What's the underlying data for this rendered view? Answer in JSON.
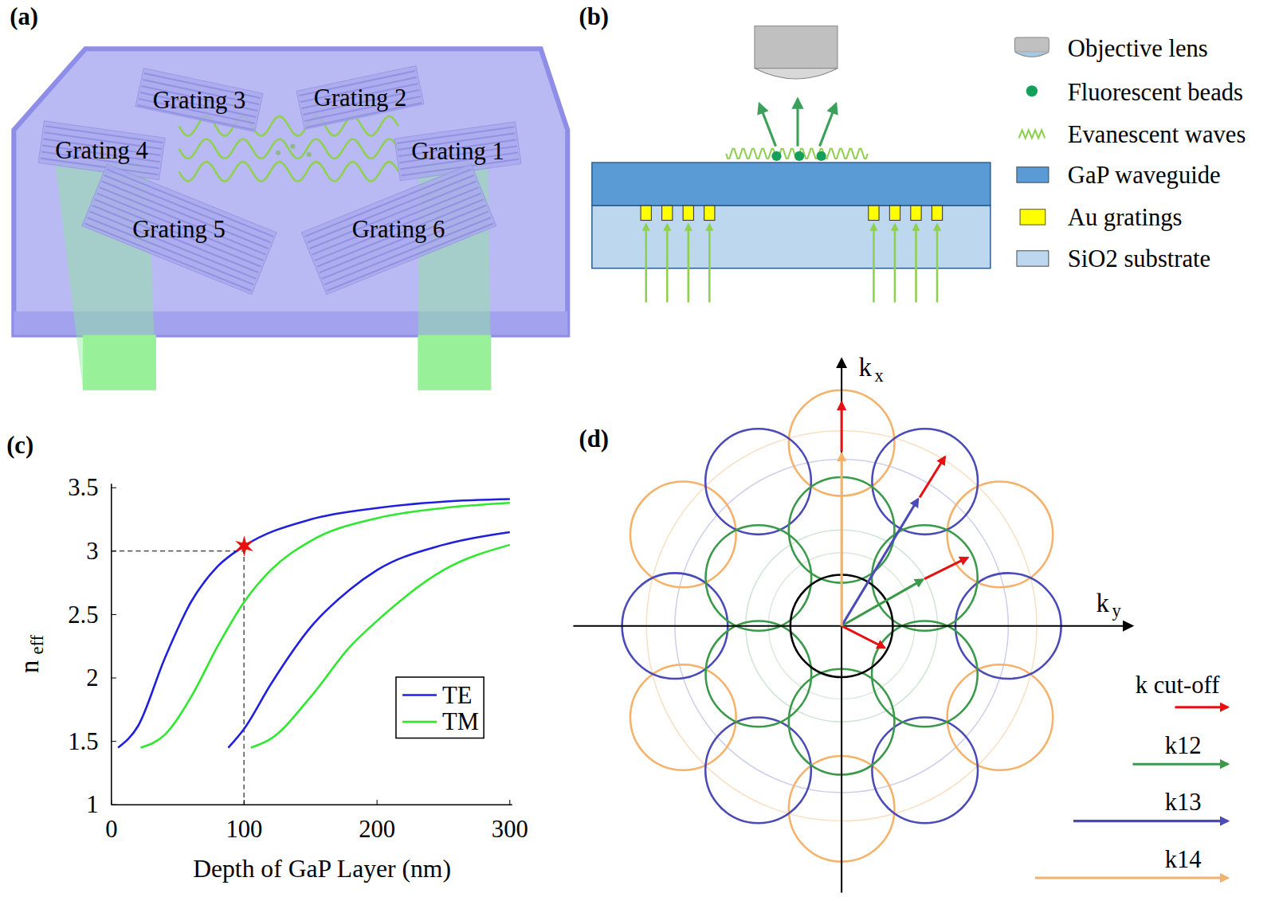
{
  "diagram": {
    "nodes": [
      {
        "text": [
          "Grating 3"
        ]
      },
      {
        "text": [
          "Grating 2"
        ]
      },
      {
        "text": [
          "Grating 4"
        ]
      },
      {
        "text": [
          "Grating 1"
        ]
      },
      {
        "text": [
          "Grating 5"
        ]
      },
      {
        "text": [
          "Grating 6"
        ]
      }
    ],
    "labels": [
      "(a)",
      "(b)",
      "(c)",
      "(d)",
      "3.5",
      "3",
      "2.5",
      "2",
      "1.5",
      "1",
      "0",
      "100",
      "200",
      "300",
      "n",
      "eff",
      "Depth of GaP Layer (nm)",
      "k",
      "x",
      "k",
      "y"
    ],
    "legend": [
      {
        "text": "Objective lens"
      },
      {
        "text": "Fluorescent beads"
      },
      {
        "text": "Evanescent waves"
      },
      {
        "text": "GaP waveguide",
        "color": "#5b9bd5"
      },
      {
        "text": "Au gratings",
        "color": "#ffff00"
      },
      {
        "text": "SiO2 substrate",
        "color": "#bdd7ee"
      },
      {
        "text": "TE"
      },
      {
        "text": "TM"
      },
      {
        "text": "k cut-off"
      },
      {
        "text": "k12"
      },
      {
        "text": "k13"
      },
      {
        "text": "k14"
      }
    ]
  }
}
